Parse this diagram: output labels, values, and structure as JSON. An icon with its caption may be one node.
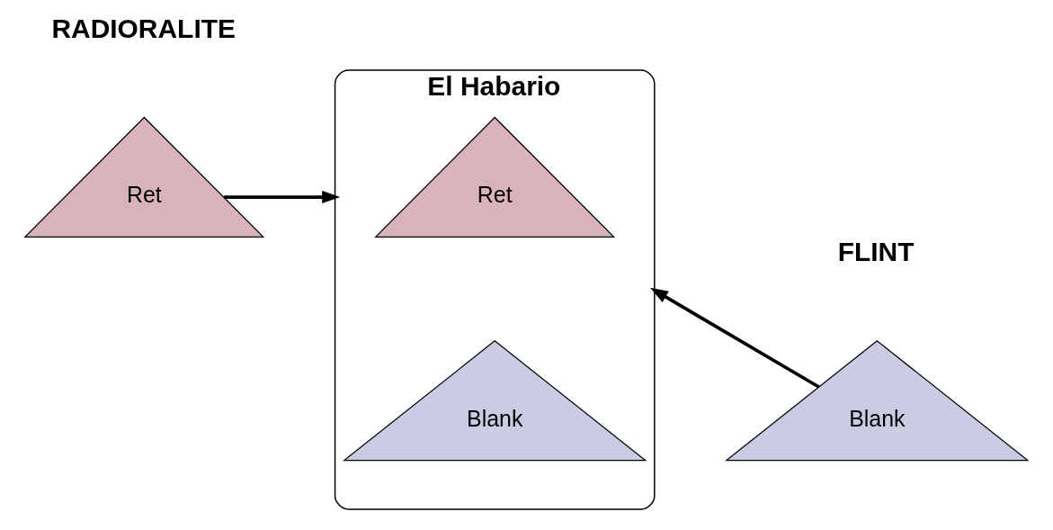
{
  "diagram": {
    "nodes": [
      {
        "text": [
          "El Habario"
        ]
      },
      {
        "text": [
          "Ret"
        ],
        "in": 0
      },
      {
        "text": [
          "Blank"
        ],
        "in": 0
      },
      {
        "text": [
          "Ret"
        ]
      },
      {
        "text": [
          "Blank"
        ]
      }
    ],
    "edges": [
      {
        "from": 3,
        "to": 0,
        "arrow": "to"
      },
      {
        "from": 4,
        "to": 0,
        "arrow": "to"
      }
    ],
    "labels": [
      "RADIORALITE",
      "FLINT"
    ]
  }
}
